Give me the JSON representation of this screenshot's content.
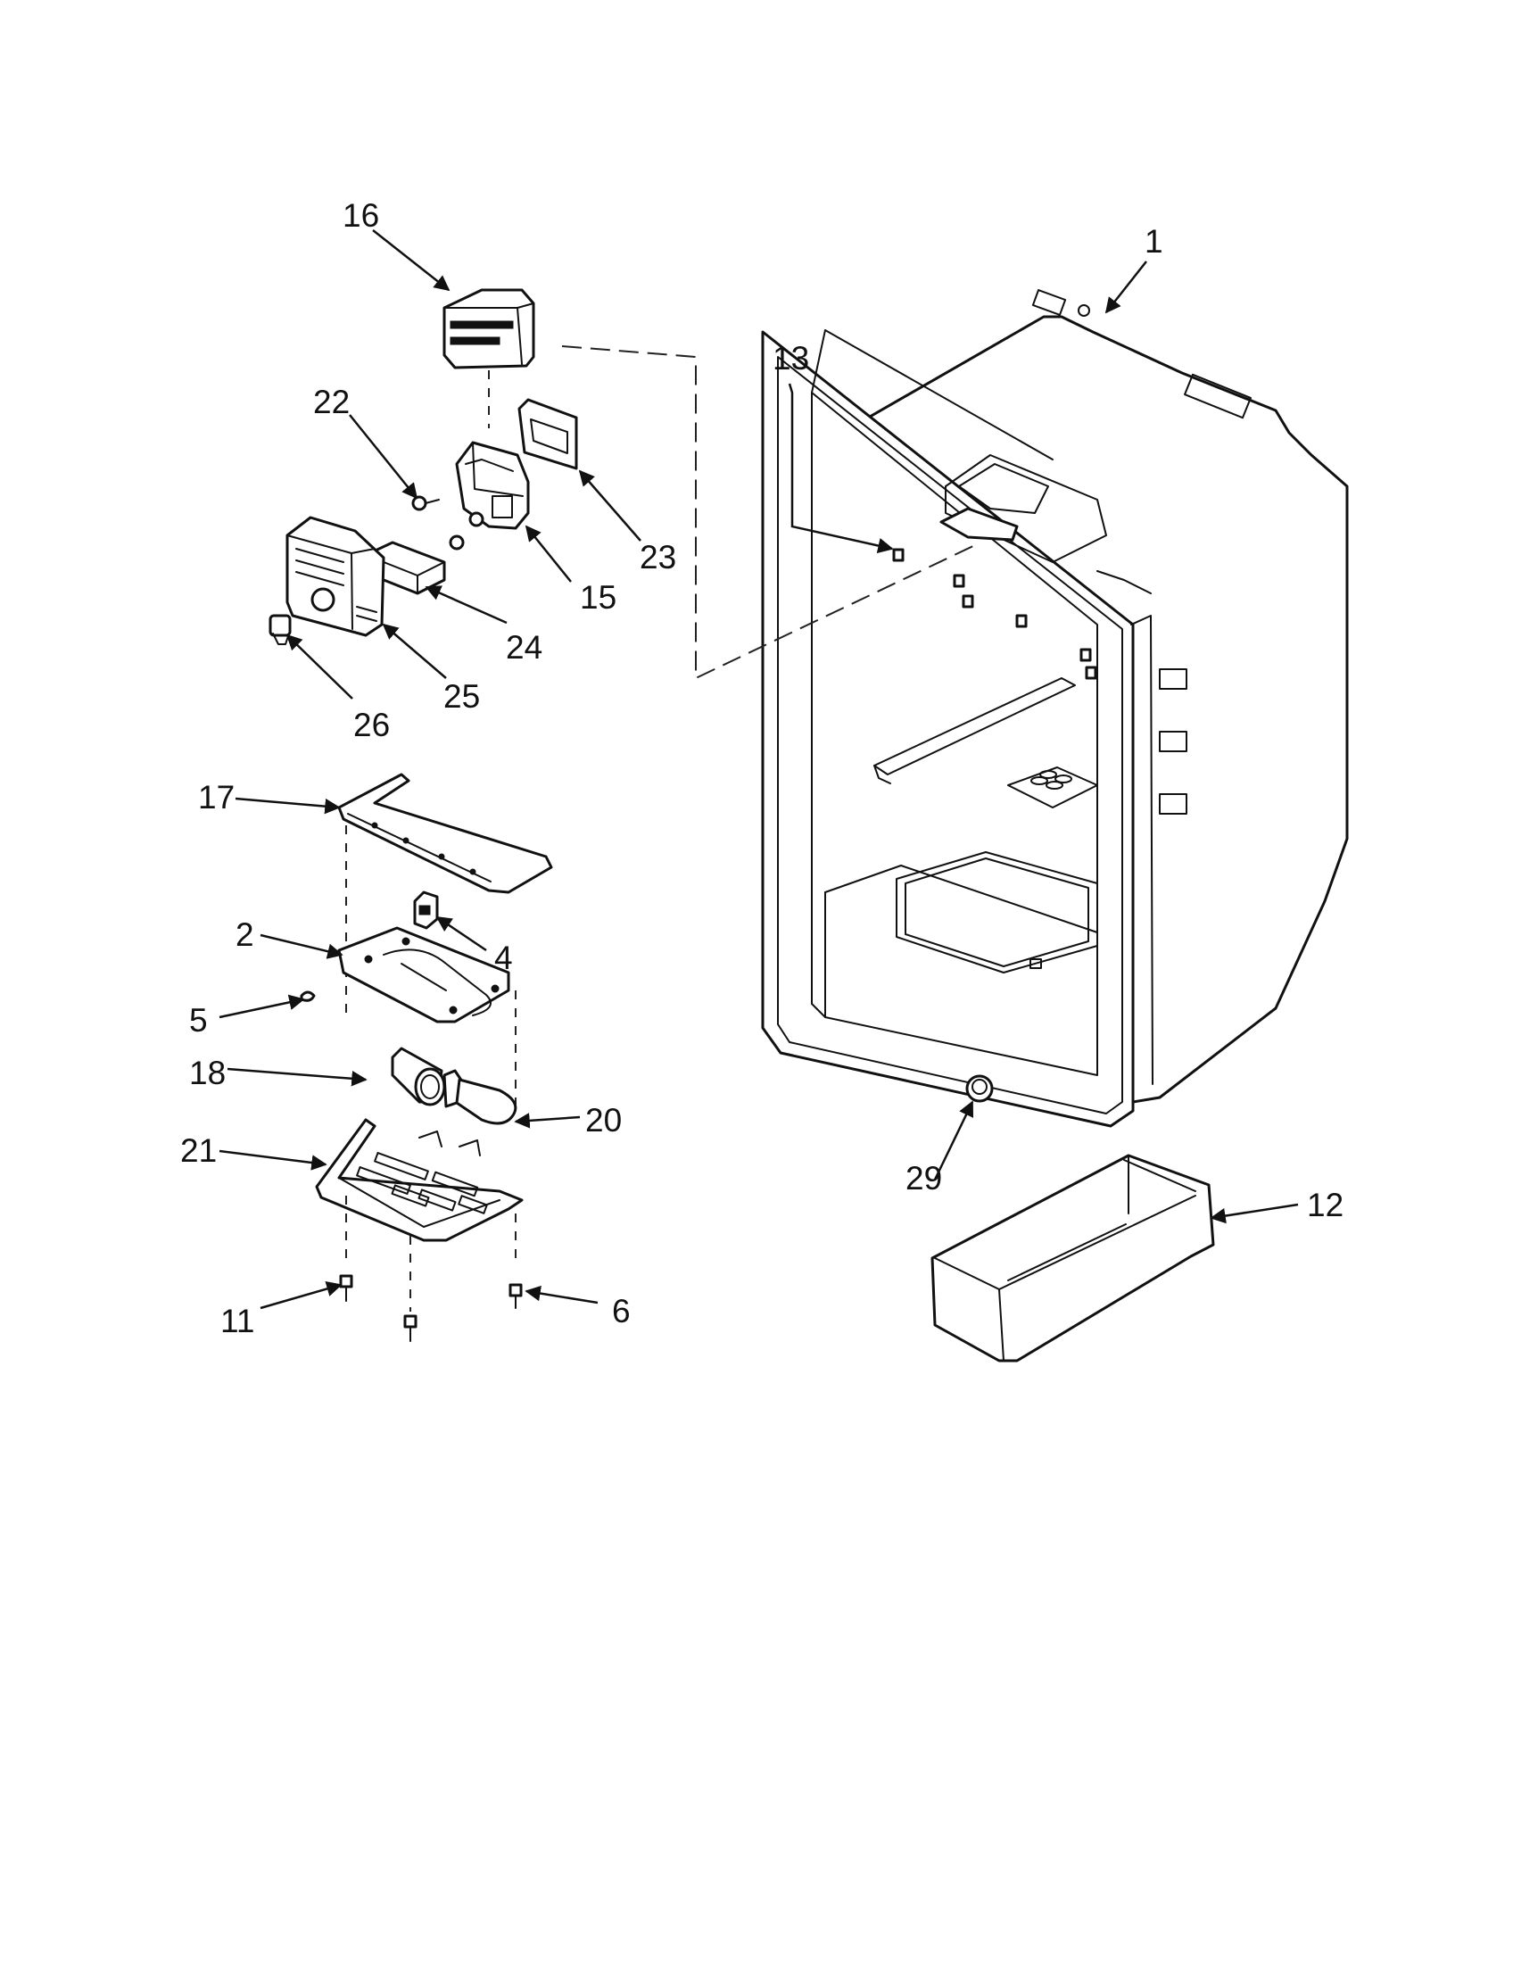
{
  "callouts": {
    "c1": "1",
    "c2": "2",
    "c4": "4",
    "c5": "5",
    "c6": "6",
    "c11": "11",
    "c12": "12",
    "c13": "13",
    "c15": "15",
    "c16": "16",
    "c17": "17",
    "c18": "18",
    "c20": "20",
    "c21": "21",
    "c22": "22",
    "c23": "23",
    "c24": "24",
    "c25": "25",
    "c26": "26",
    "c29": "29"
  },
  "colors": {
    "ink": "#111111",
    "paper": "#ffffff"
  }
}
